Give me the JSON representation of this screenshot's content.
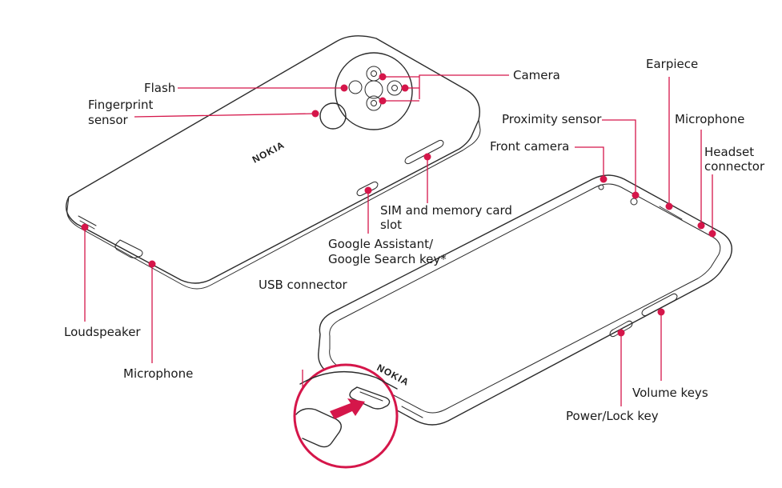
{
  "colors": {
    "accent": "#d5164a",
    "line": "#2b2b2b"
  },
  "back_phone": {
    "brand": "NOKIA"
  },
  "front_phone": {
    "brand": "NOKIA"
  },
  "labels": {
    "flash": "Flash",
    "fingerprint_1": "Fingerprint",
    "fingerprint_2": "sensor",
    "camera": "Camera",
    "earpiece": "Earpiece",
    "proximity": "Proximity sensor",
    "microphone_top": "Microphone",
    "front_camera": "Front camera",
    "headset_1": "Headset",
    "headset_2": "connector",
    "sim_1": "SIM and memory card",
    "sim_2": "slot",
    "assistant_1": "Google Assistant/",
    "assistant_2": "Google Search key*",
    "usb": "USB connector",
    "loudspeaker": "Loudspeaker",
    "microphone_bottom": "Microphone",
    "volume": "Volume keys",
    "power": "Power/Lock key"
  }
}
